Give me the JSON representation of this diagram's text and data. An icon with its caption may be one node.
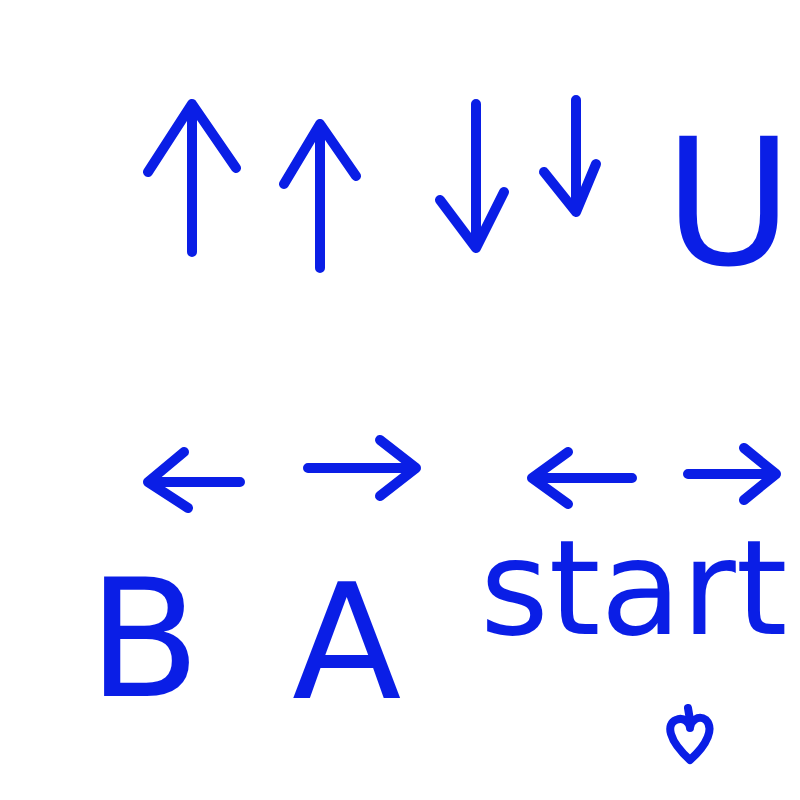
{
  "diagram": {
    "labels": [
      "U",
      "B",
      "A",
      "start"
    ]
  }
}
